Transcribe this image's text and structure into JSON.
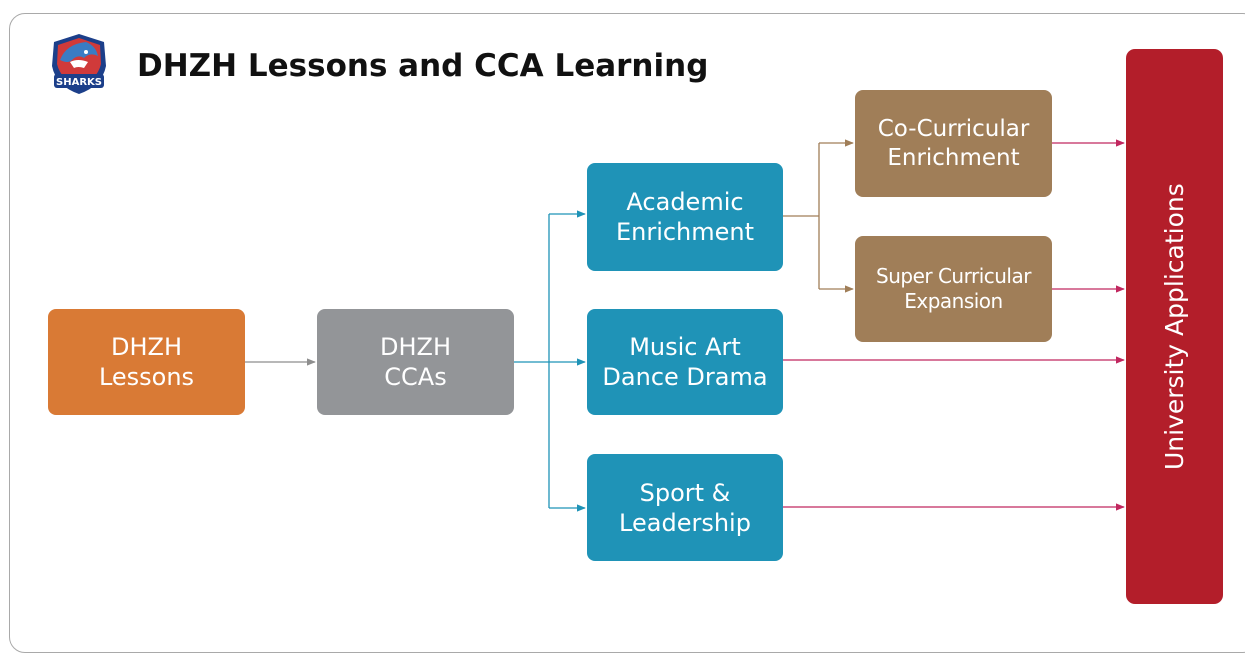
{
  "header": {
    "title": "DHZH Lessons and CCA Learning",
    "logo_text": "SHARKS"
  },
  "nodes": {
    "lessons": "DHZH\nLessons",
    "ccas": "DHZH\nCCAs",
    "academic": "Academic\nEnrichment",
    "music": "Music Art\nDance Drama",
    "sport": "Sport &\nLeadership",
    "cocurricular": "Co-Curricular\nEnrichment",
    "supercurricular": "Super Curricular\nExpansion",
    "university": "University Applications"
  },
  "colors": {
    "orange": "#d97a35",
    "grey": "#939598",
    "teal": "#1f93b7",
    "brown": "#a07e58",
    "red": "#b31e2a",
    "connector_grey": "#8e8e8e",
    "connector_teal": "#1f93b7",
    "connector_brown": "#a07e58",
    "connector_pink": "#c1275f"
  }
}
